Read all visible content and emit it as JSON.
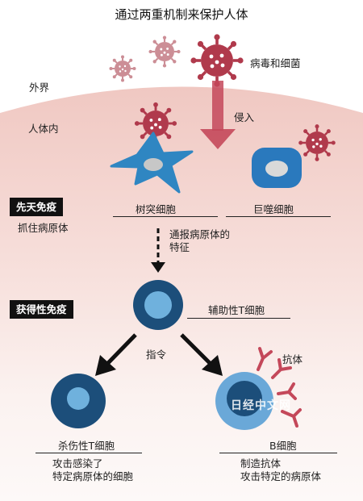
{
  "title": "通过两重机制来保护人体",
  "regions": {
    "outside": "外界",
    "inside": "人体内"
  },
  "labels": {
    "pathogens": "病毒和细菌",
    "invade": "侵入",
    "dendritic_cell": "树突细胞",
    "macrophage": "巨噬细胞",
    "report": "通报病原体的\n特征",
    "helper_t": "辅助性T细胞",
    "command": "指令",
    "antibody": "抗体",
    "killer_t": "杀伤性T细胞",
    "killer_t_desc": "攻击感染了\n特定病原体的细胞",
    "b_cell": "B细胞",
    "b_cell_desc": "制造抗体\n攻击特定的病原体"
  },
  "sections": {
    "innate": "先天免疫",
    "innate_desc": "抓住病原体",
    "acquired": "获得性免疫"
  },
  "watermark": "日经中文网",
  "colors": {
    "pathogen": "#b03a4c",
    "pathogen_light": "#cc8e96",
    "dendritic": "#2f86c2",
    "macrophage": "#2a79bd",
    "dark_cell": "#1c4e7a",
    "light_nucleus": "#6fb1dd",
    "b_cell_outer": "#6aa8d8",
    "b_cell_inner": "#1c4e7a",
    "invade_arrow": "#c4485a",
    "body_tissue": "#f0c8c4"
  }
}
